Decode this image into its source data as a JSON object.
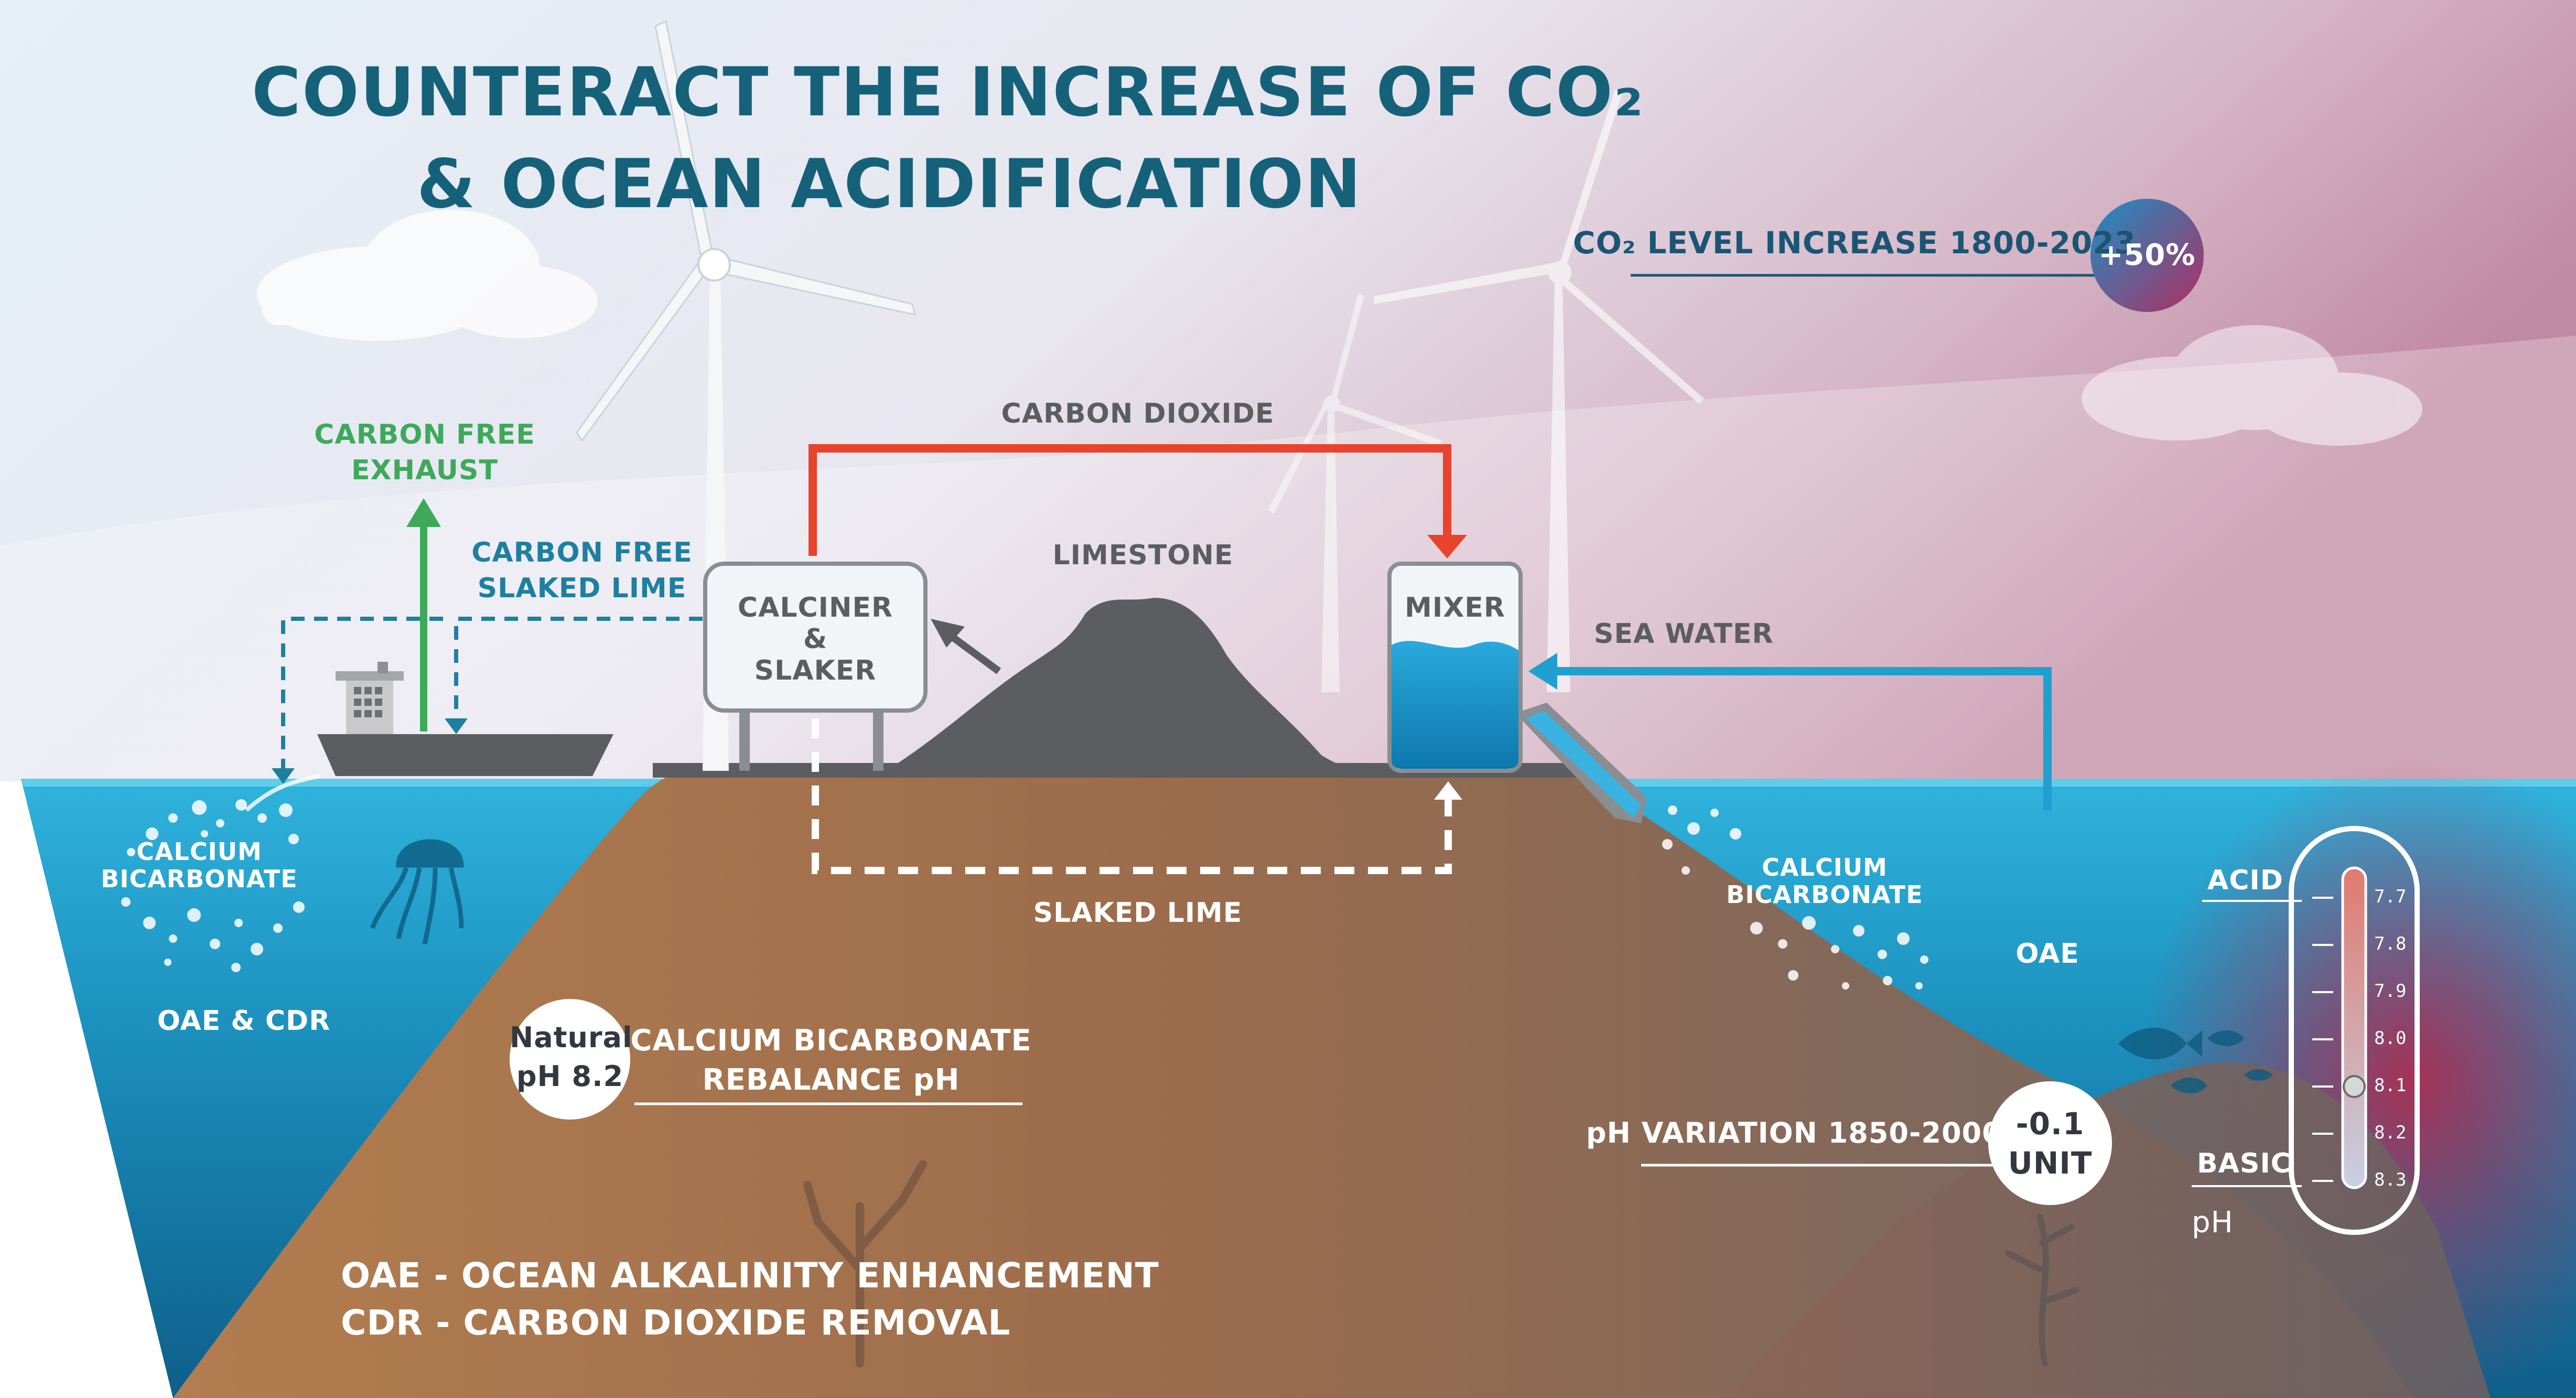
{
  "title_line1": "COUNTERACT THE INCREASE OF CO₂",
  "title_line2": "& OCEAN ACIDIFICATION",
  "co2_increase_label": "CO₂ LEVEL INCREASE 1800-2023",
  "co2_increase_value": "+50%",
  "carbon_dioxide": "CARBON DIOXIDE",
  "carbon_free_exhaust_1": "CARBON FREE",
  "carbon_free_exhaust_2": "EXHAUST",
  "carbon_free_slaked_1": "CARBON FREE",
  "carbon_free_slaked_2": "SLAKED LIME",
  "calciner_1": "CALCINER",
  "calciner_2": "&",
  "calciner_3": "SLAKER",
  "limestone": "LIMESTONE",
  "mixer": "MIXER",
  "sea_water": "SEA WATER",
  "slaked_lime": "SLAKED LIME",
  "calcium_bicarbonate_left_1": "CALCIUM",
  "calcium_bicarbonate_left_2": "BICARBONATE",
  "calcium_bicarbonate_right_1": "CALCIUM",
  "calcium_bicarbonate_right_2": "BICARBONATE",
  "oae_cdr": "OAE & CDR",
  "oae": "OAE",
  "natural_ph_1": "Natural",
  "natural_ph_2": "pH 8.2",
  "rebalance_1": "CALCIUM BICARBONATE",
  "rebalance_2": "REBALANCE pH",
  "ph_variation_label": "pH VARIATION 1850-2000",
  "ph_variation_1": "-0.1",
  "ph_variation_2": "UNIT",
  "acid": "ACID",
  "basic": "BASIC",
  "ph": "pH",
  "ph_scale": [
    "7.7",
    "7.8",
    "7.9",
    "8.0",
    "8.1",
    "8.2",
    "8.3"
  ],
  "ph_current": 8.1,
  "legend_1": "OAE - OCEAN ALKALINITY ENHANCEMENT",
  "legend_2": "CDR - CARBON DIOXIDE REMOVAL",
  "colors": {
    "title": "#16617a",
    "co2_arrow": "#e8432c",
    "sea_water_arrow": "#1fa0d0",
    "exhaust_arrow": "#3ea95b",
    "ocean": "#1c8fbb",
    "seabed": "#a06c48"
  }
}
